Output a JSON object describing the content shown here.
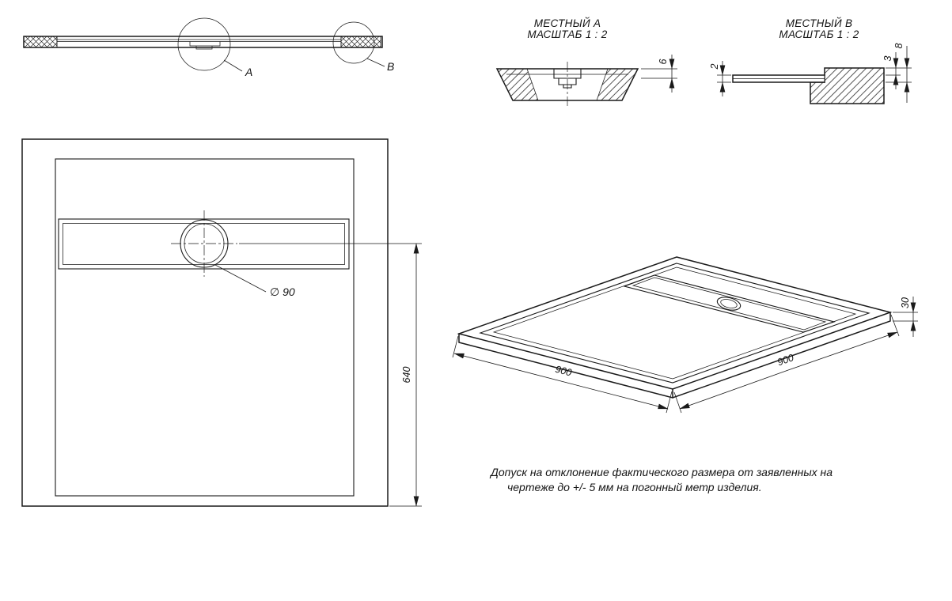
{
  "page": {
    "background_color": "#ffffff",
    "line_color": "#1a1a1a"
  },
  "section_view": {
    "detail_label_a": "A",
    "detail_label_b": "B"
  },
  "detail_a": {
    "title": "МЕСТНЫЙ А",
    "scale": "МАСШТАБ 1 : 2",
    "dim_thickness": "6"
  },
  "detail_b": {
    "title": "МЕСТНЫЙ В",
    "scale": "МАСШТАБ 1 : 2",
    "dim_plate": "2",
    "dim_step": "3",
    "dim_total": "8"
  },
  "plan_view": {
    "drain_diameter": "∅ 90",
    "dim_height": "640"
  },
  "iso_view": {
    "dim_width": "900",
    "dim_depth": "900",
    "dim_thickness": "30"
  },
  "note": {
    "line1": "Допуск на отклонение фактического размера от заявленных на",
    "line2": "чертеже до +/- 5 мм на погонный метр изделия."
  }
}
